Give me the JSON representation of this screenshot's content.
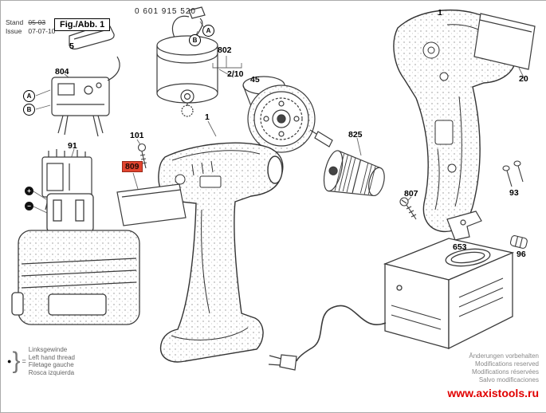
{
  "header": {
    "doc_number": "0 601 915 520",
    "stand_label": "Stand",
    "stand_old_value": "05-03",
    "issue_label": "Issue",
    "issue_date": "07-07-10",
    "figure_label": "Fig./Abb. 1"
  },
  "callouts": {
    "clip": "5",
    "module": "804",
    "contact_block": "91",
    "motor_group": "802",
    "motor_sub": "2/10",
    "gearbox": "45",
    "housing_left": "1",
    "screw_small": "101",
    "highlighted_part": "809",
    "chuck": "825",
    "housing_right": "1",
    "nameplate": "20",
    "screws_pair": "93",
    "clip_small": "96",
    "chuck_screw": "807",
    "bracket": "653",
    "marker_a": "A",
    "marker_b": "B",
    "battery_plus": "+",
    "battery_minus": "−"
  },
  "legend": {
    "symbol": "●",
    "equals": "=",
    "lines": [
      "Linksgewinde",
      "Left hand thread",
      "Filetage gauche",
      "Rosca izquierda"
    ]
  },
  "notices": [
    "Änderungen vorbehalten",
    "Modifications reserved",
    "Modifications réservées",
    "Salvo modificaciones"
  ],
  "watermark": "www.axistools.ru",
  "colors": {
    "highlight_bg": "#e2442f",
    "watermark_text": "#e10000"
  }
}
